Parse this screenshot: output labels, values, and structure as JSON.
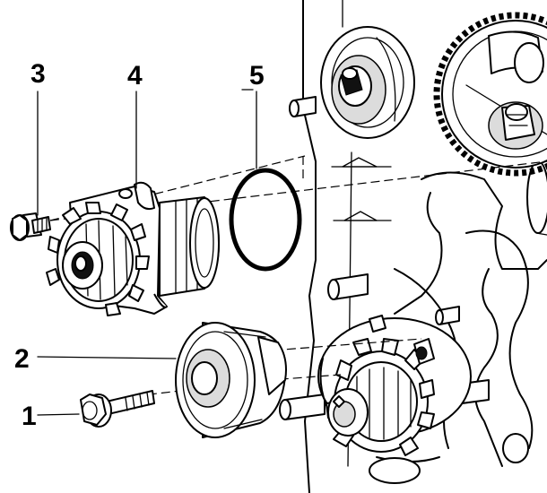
{
  "callouts": [
    {
      "id": "bolt",
      "label": "1"
    },
    {
      "id": "tensioner-pulley",
      "label": "2"
    },
    {
      "id": "small-bolt",
      "label": "3"
    },
    {
      "id": "water-pump",
      "label": "4"
    },
    {
      "id": "o-ring",
      "label": "5"
    }
  ],
  "colors": {
    "ink": "#000000",
    "paper": "#ffffff",
    "shade": "#dcdcdc"
  }
}
